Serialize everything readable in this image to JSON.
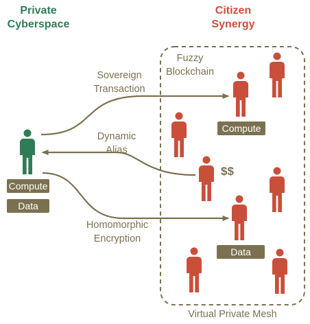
{
  "headers": {
    "private_cyberspace": [
      "Private",
      "Cyberspace"
    ],
    "citizen_synergy": [
      "Citizen",
      "Synergy"
    ]
  },
  "mesh": {
    "top_label": [
      "Fuzzy",
      "Blockchain"
    ],
    "bottom_label": "Virtual Private Mesh"
  },
  "flows": {
    "sovereign": [
      "Sovereign",
      "Transaction"
    ],
    "alias": [
      "Dynamic",
      "Alias"
    ],
    "encryption": [
      "Homomorphic",
      "Encryption"
    ]
  },
  "tags": {
    "left_compute": "Compute",
    "left_data": "Data",
    "mesh_compute": "Compute",
    "mesh_data": "Data"
  },
  "money": "$$",
  "colors": {
    "private_user": "#2f7d57",
    "citizen": "#c94f3b",
    "accent": "#7b7150",
    "citizen_header": "#d0503c"
  },
  "icons": {
    "person": "person-icon"
  }
}
